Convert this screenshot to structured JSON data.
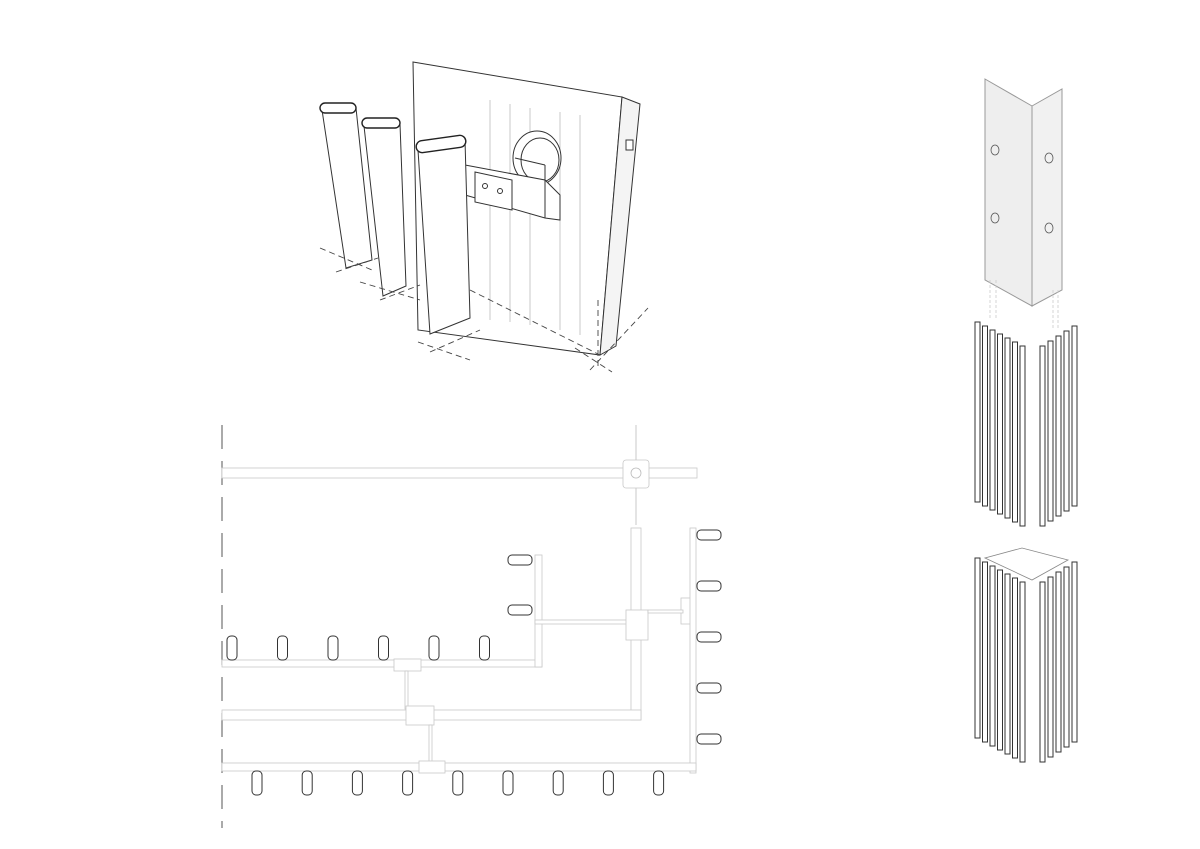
{
  "colors": {
    "line": "#333333",
    "light_line": "#c8c8c8",
    "panel_fill": "#eeeeee",
    "background": "#ffffff"
  },
  "plan": {
    "left_row_fins": 6,
    "upper_side_fins": 2,
    "right_column_fins": 5,
    "bottom_row_fins": 9
  },
  "fin_bundles": {
    "left_face_fins": 7,
    "right_face_fins": 5
  }
}
